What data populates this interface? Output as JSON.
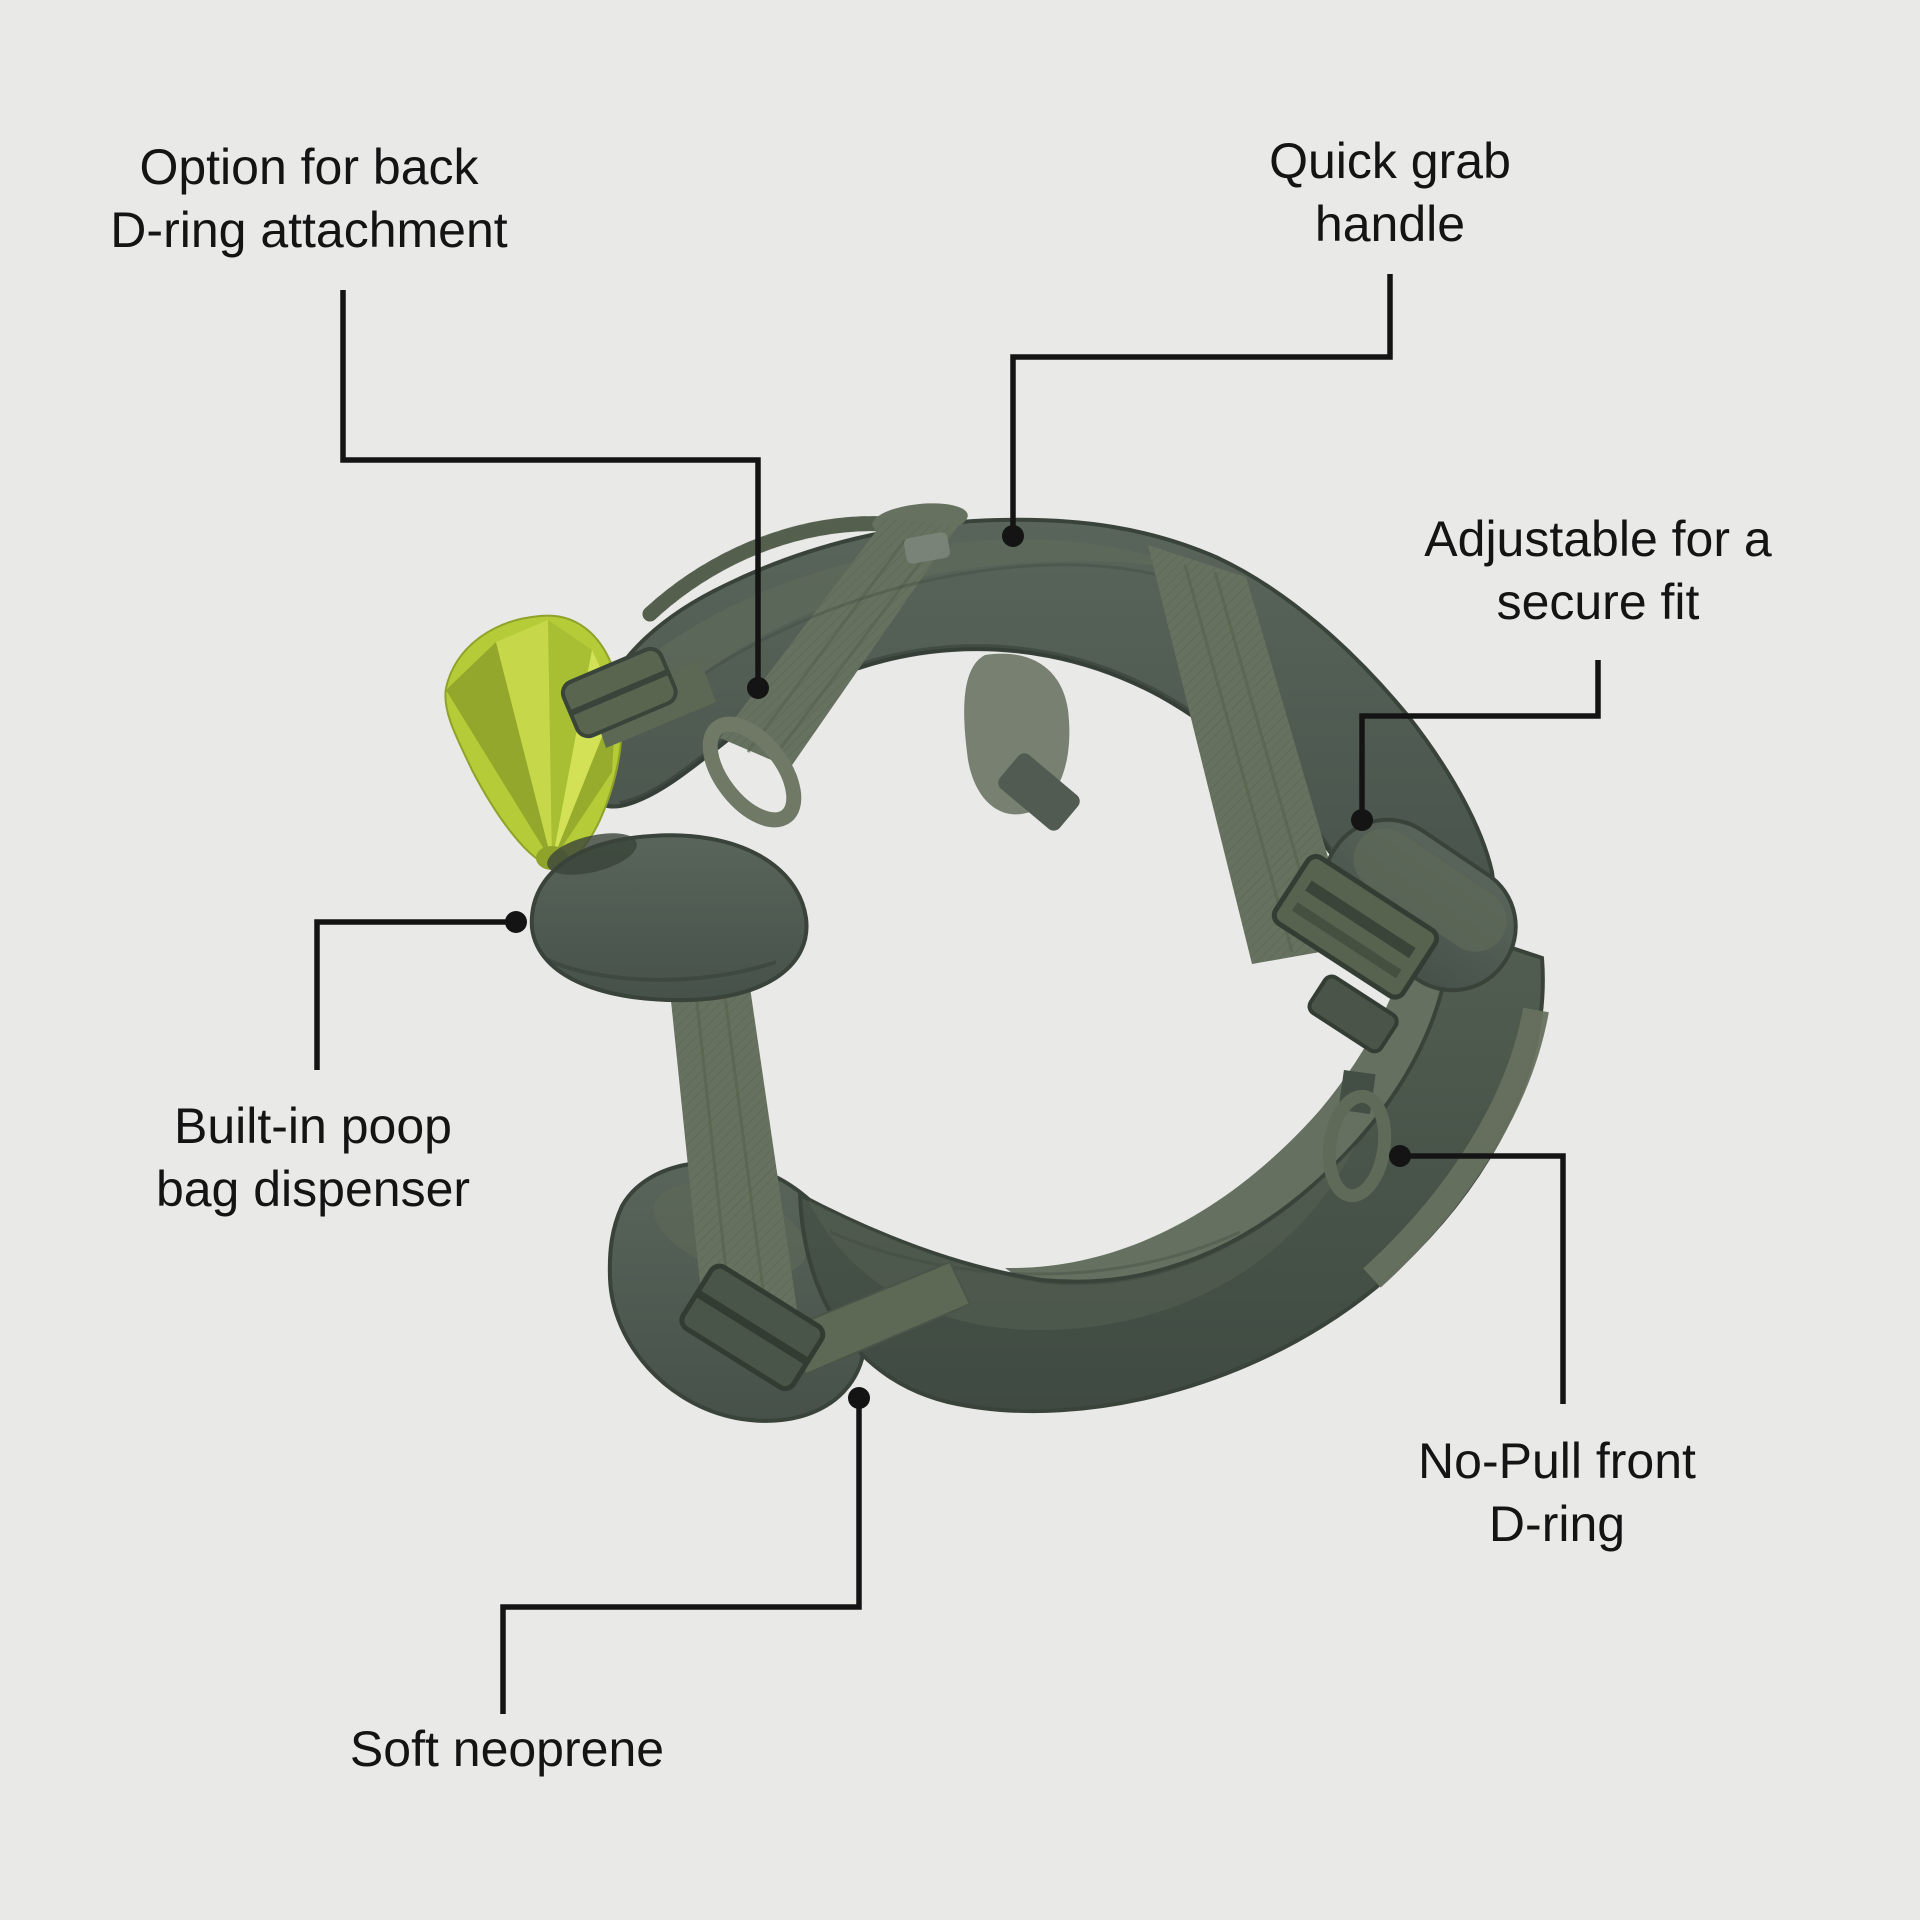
{
  "background_color": "#e9e9e8",
  "ink_color": "#141414",
  "product": {
    "name": "dog harness (side view) with poop bag dispenser",
    "colors": {
      "neoprene": "#4d574c",
      "neoprene_highlight": "#5e6959",
      "edge_piping": "#39433a",
      "webbing": "#67715f",
      "hardware": "#5a6550",
      "poop_bag": "#b5cb37",
      "poop_bag_highlight": "#d2e156",
      "poop_bag_shadow": "#93a72c"
    }
  },
  "callouts": [
    {
      "id": "back-d-ring",
      "lines": [
        "Option for back",
        "D-ring attachment"
      ]
    },
    {
      "id": "quick-grab-handle",
      "lines": [
        "Quick grab",
        "handle"
      ]
    },
    {
      "id": "adjustable-fit",
      "lines": [
        "Adjustable for a",
        "secure fit"
      ]
    },
    {
      "id": "poop-bag-dispenser",
      "lines": [
        "Built-in poop",
        "bag dispenser"
      ]
    },
    {
      "id": "no-pull-d-ring",
      "lines": [
        "No-Pull front",
        "D-ring"
      ]
    },
    {
      "id": "soft-neoprene",
      "lines": [
        "Soft neoprene",
        ""
      ]
    }
  ]
}
